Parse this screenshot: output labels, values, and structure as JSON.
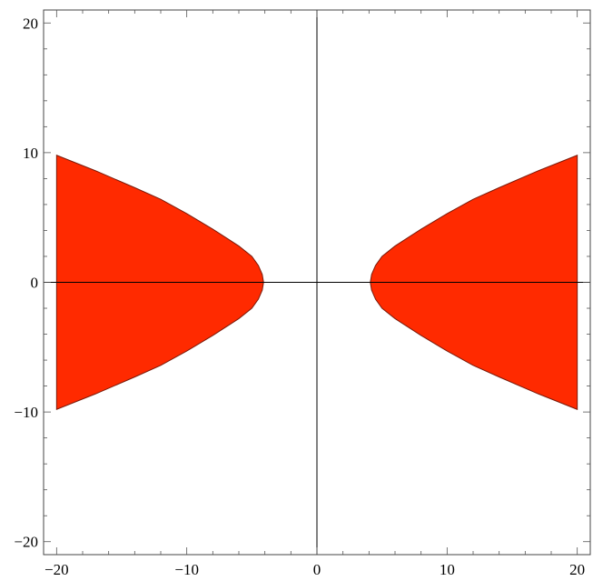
{
  "chart_data": {
    "type": "area",
    "title": "",
    "xlabel": "",
    "ylabel": "",
    "xlim": [
      -21,
      21
    ],
    "ylim": [
      -21,
      21
    ],
    "grid": false,
    "legend": "none",
    "fill_color": "#ff2a00",
    "edge_color": "#7a1a0a",
    "axes_color": "#000000",
    "x_ticks": [
      {
        "value": -20,
        "label": "−20"
      },
      {
        "value": -10,
        "label": "−10"
      },
      {
        "value": 0,
        "label": "0"
      },
      {
        "value": 10,
        "label": "10"
      },
      {
        "value": 20,
        "label": "20"
      }
    ],
    "y_ticks": [
      {
        "value": -20,
        "label": "−20"
      },
      {
        "value": -10,
        "label": "−10"
      },
      {
        "value": 0,
        "label": "0"
      },
      {
        "value": 10,
        "label": "10"
      },
      {
        "value": 20,
        "label": "20"
      }
    ],
    "regions": [
      {
        "name": "",
        "points": [
          [
            20,
            9.8
          ],
          [
            17,
            8.6
          ],
          [
            14,
            7.3
          ],
          [
            12,
            6.4
          ],
          [
            10,
            5.3
          ],
          [
            8,
            4.1
          ],
          [
            6,
            2.8
          ],
          [
            5,
            2.0
          ],
          [
            4.5,
            1.3
          ],
          [
            4.2,
            0.6
          ],
          [
            4.1,
            0
          ],
          [
            4.2,
            -0.6
          ],
          [
            4.5,
            -1.3
          ],
          [
            5,
            -2.0
          ],
          [
            6,
            -2.8
          ],
          [
            8,
            -4.1
          ],
          [
            10,
            -5.3
          ],
          [
            12,
            -6.4
          ],
          [
            14,
            -7.3
          ],
          [
            17,
            -8.6
          ],
          [
            20,
            -9.8
          ]
        ]
      },
      {
        "name": "",
        "points": [
          [
            -20,
            9.8
          ],
          [
            -17,
            8.6
          ],
          [
            -14,
            7.3
          ],
          [
            -12,
            6.4
          ],
          [
            -10,
            5.3
          ],
          [
            -8,
            4.1
          ],
          [
            -6,
            2.8
          ],
          [
            -5,
            2.0
          ],
          [
            -4.5,
            1.3
          ],
          [
            -4.2,
            0.6
          ],
          [
            -4.1,
            0
          ],
          [
            -4.2,
            -0.6
          ],
          [
            -4.5,
            -1.3
          ],
          [
            -5,
            -2.0
          ],
          [
            -6,
            -2.8
          ],
          [
            -8,
            -4.1
          ],
          [
            -10,
            -5.3
          ],
          [
            -12,
            -6.4
          ],
          [
            -14,
            -7.3
          ],
          [
            -17,
            -8.6
          ],
          [
            -20,
            -9.8
          ]
        ]
      }
    ]
  }
}
